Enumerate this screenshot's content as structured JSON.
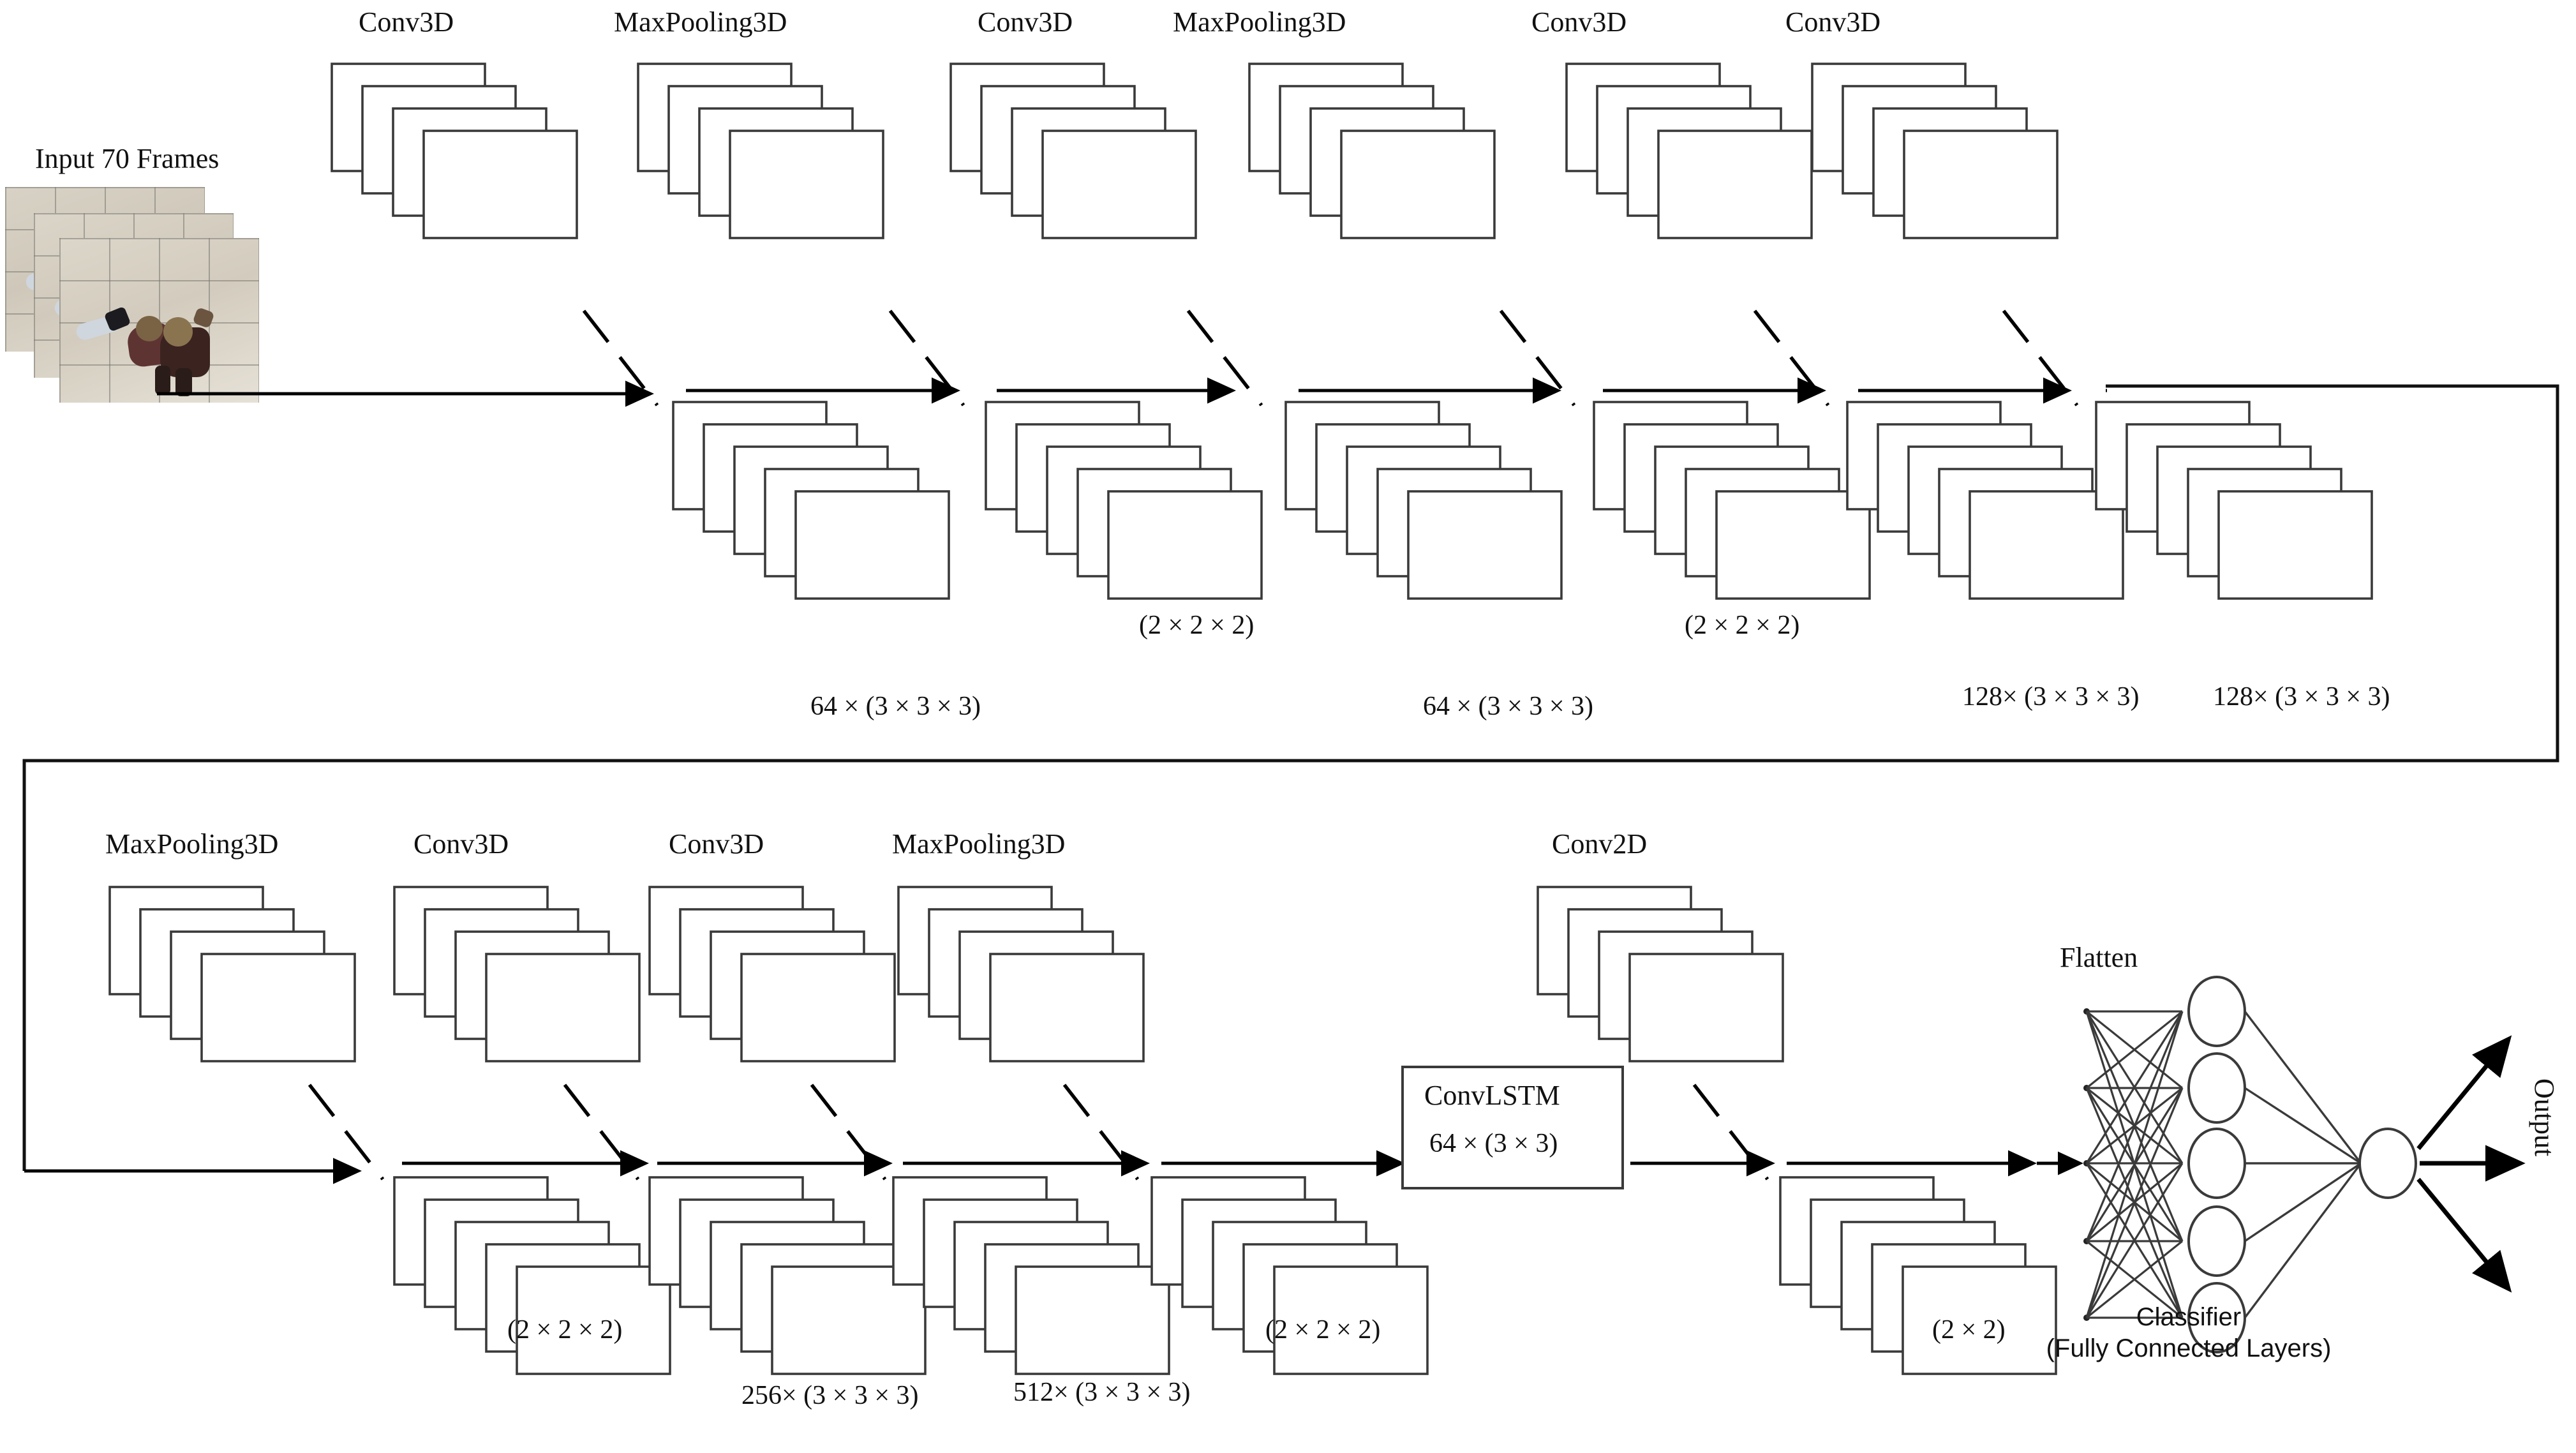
{
  "figure": {
    "title": "3D CNN + ConvLSTM video action recognition architecture",
    "input_label": "Input 70 Frames",
    "output_label": "Output",
    "flatten_label": "Flatten",
    "classifier_label": "Classifier\n(Fully Connected Layers)",
    "convlstm": {
      "name": "ConvLSTM",
      "kernel": "64 × (3 × 3)"
    },
    "colors": {
      "stroke": "#3a3a3a",
      "arrow": "#000000",
      "text": "#111111",
      "background": "#ffffff"
    }
  },
  "row1": {
    "stages": [
      {
        "id": "s1",
        "type": "Conv3D",
        "kernel": "64 × (3 × 3 × 3)",
        "inbox": ""
      },
      {
        "id": "s2",
        "type": "MaxPooling3D",
        "kernel": "",
        "inbox": "(2 × 2 × 2)"
      },
      {
        "id": "s3",
        "type": "Conv3D",
        "kernel": "64 × (3 × 3 × 3)",
        "inbox": ""
      },
      {
        "id": "s4",
        "type": "MaxPooling3D",
        "kernel": "",
        "inbox": "(2 × 2 × 2)"
      },
      {
        "id": "s5",
        "type": "Conv3D",
        "kernel": "128× (3 × 3 × 3)",
        "inbox": ""
      },
      {
        "id": "s6",
        "type": "Conv3D",
        "kernel": "128× (3 × 3 × 3)",
        "inbox": ""
      }
    ]
  },
  "row2": {
    "stages": [
      {
        "id": "s7",
        "type": "MaxPooling3D",
        "kernel": "",
        "inbox": "(2 × 2 × 2)"
      },
      {
        "id": "s8",
        "type": "Conv3D",
        "kernel": "256× (3 × 3 × 3)",
        "inbox": ""
      },
      {
        "id": "s9",
        "type": "Conv3D",
        "kernel": "512× (3 × 3 × 3)",
        "inbox": ""
      },
      {
        "id": "s10",
        "type": "MaxPooling3D",
        "kernel": "",
        "inbox": "(2 × 2 × 2)"
      },
      {
        "id": "s11",
        "type": "Conv2D",
        "kernel": "",
        "inbox": "(2 × 2)"
      }
    ]
  },
  "classifier": {
    "flatten_nodes": 5,
    "hidden_nodes": 5,
    "output_nodes": 1,
    "output_arrows": 3
  }
}
